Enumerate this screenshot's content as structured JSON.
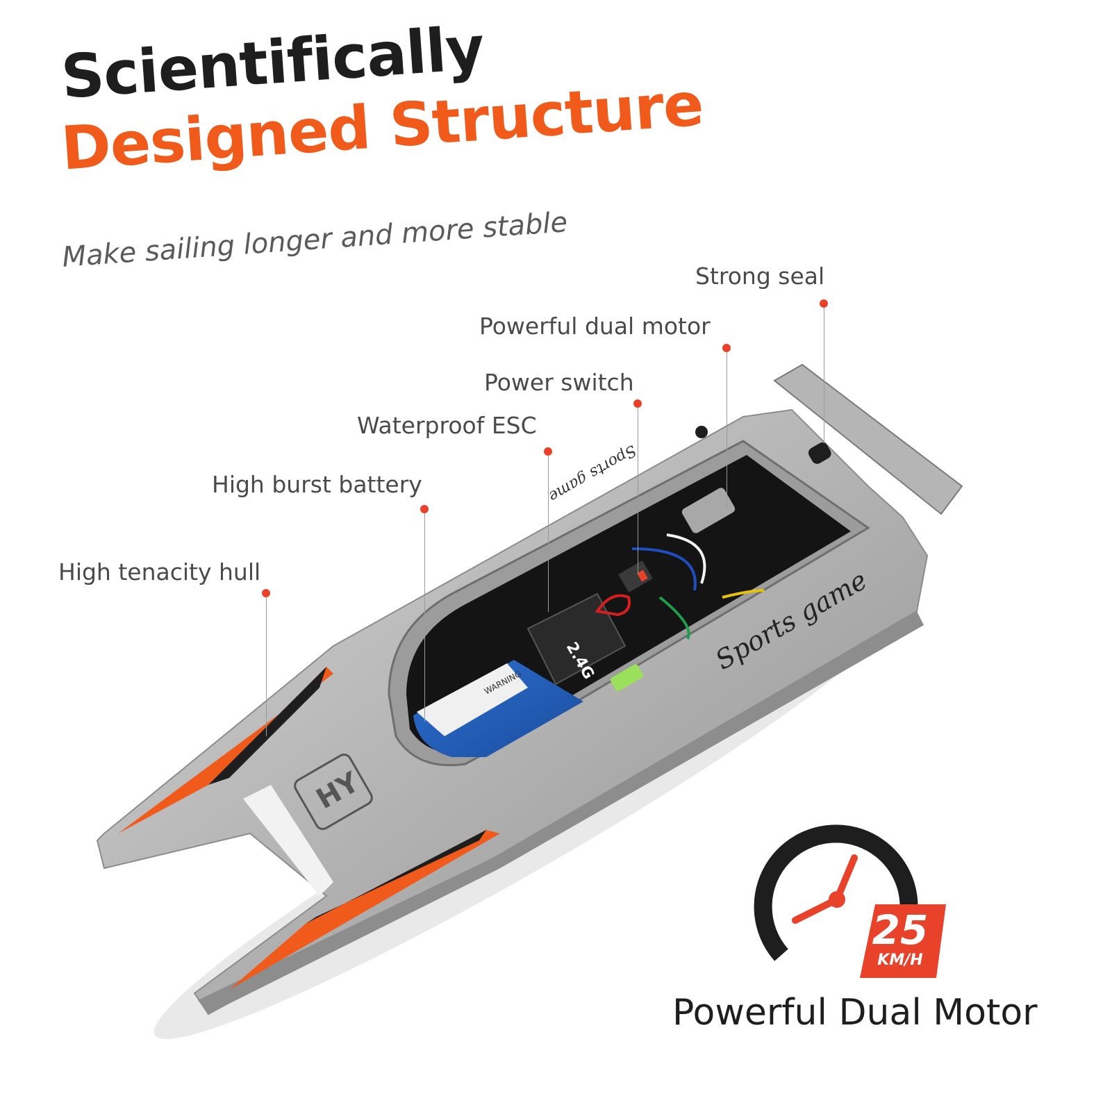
{
  "headline": {
    "line1": "Scientifically",
    "line2": "Designed Structure",
    "subtitle": "Make sailing longer and more stable"
  },
  "callouts": {
    "strong_seal": "Strong seal",
    "dual_motor": "Powerful dual motor",
    "power_switch": "Power switch",
    "waterproof_esc": "Waterproof ESC",
    "battery": "High burst battery",
    "hull": "High tenacity hull"
  },
  "boat": {
    "brand_script": "Sports game",
    "esc_label": "2.4G",
    "battery_label": "WARNING",
    "logo": "HY"
  },
  "speed": {
    "value": "25",
    "unit": "KM/H",
    "caption": "Powerful Dual Motor"
  },
  "colors": {
    "accent": "#f05a1a",
    "dot": "#e8422a",
    "hull": "#a9a9a9",
    "dark": "#1e1e1e"
  }
}
